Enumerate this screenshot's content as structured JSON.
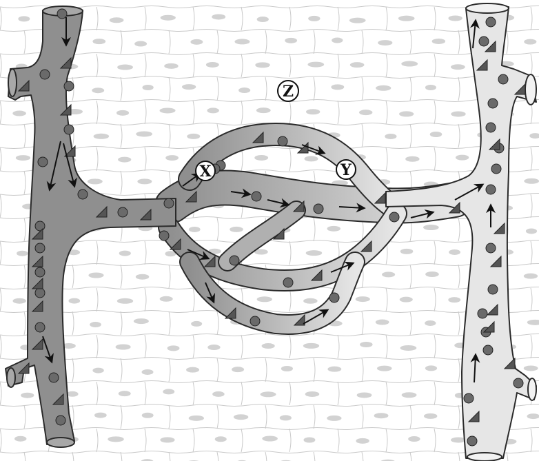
{
  "labels": {
    "x": "X",
    "y": "Y",
    "z": "Z"
  },
  "colors": {
    "artery": "#8f8f8f",
    "capillary_dark": "#a4a4a4",
    "capillary_light": "#dedede",
    "vein": "#e6e6e6",
    "outline": "#2a2a2a",
    "tissue_line": "#c9c9c9",
    "nucleus": "#d2d2d2",
    "cell": "#6a6a6a"
  },
  "icons": [
    "red-blood-cell-circle",
    "platelet-triangle",
    "flow-arrow"
  ]
}
